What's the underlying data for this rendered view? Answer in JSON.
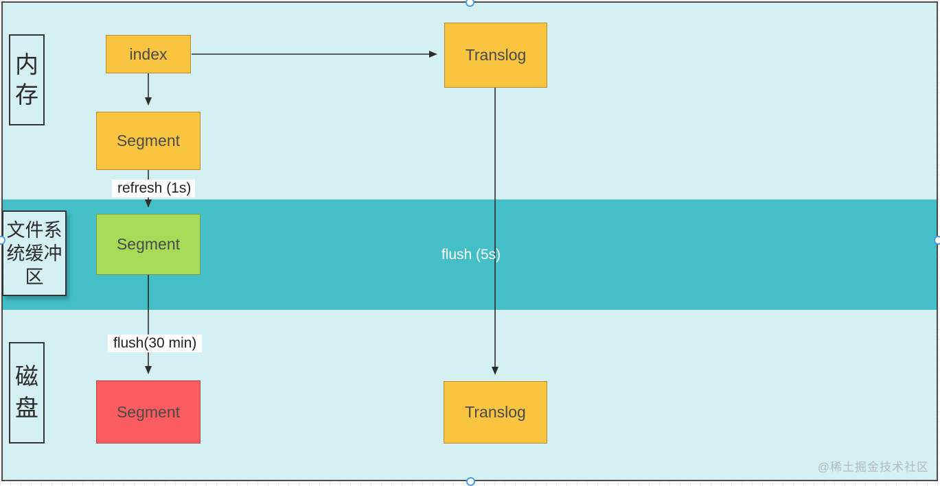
{
  "diagram": {
    "layers": {
      "memory": {
        "label": "内存"
      },
      "fs_cache": {
        "label": "文件系统缓冲区"
      },
      "disk": {
        "label": "磁盘"
      }
    },
    "nodes": {
      "index": {
        "label": "index"
      },
      "segment_memory": {
        "label": "Segment"
      },
      "translog_memory": {
        "label": "Translog"
      },
      "segment_fs": {
        "label": "Segment"
      },
      "segment_disk": {
        "label": "Segment"
      },
      "translog_disk": {
        "label": "Translog"
      }
    },
    "edges": {
      "index_to_translog": {
        "label": ""
      },
      "index_to_segment": {
        "label": ""
      },
      "refresh": {
        "label": "refresh (1s)"
      },
      "flush_segment": {
        "label": "flush(30 min)"
      },
      "flush_translog": {
        "label": "flush (5s)"
      }
    },
    "colors": {
      "background": "#d5f0f3",
      "fs_band": "#44bfc8",
      "node_orange": "#f9c440",
      "node_green": "#a5db57",
      "node_red": "#fb5c5f",
      "border_dark": "#4a4a4a",
      "arrow": "#2b2b2b",
      "selection_handle": "#4c9fe8"
    }
  },
  "watermark": {
    "text": "@稀土掘金技术社区"
  }
}
